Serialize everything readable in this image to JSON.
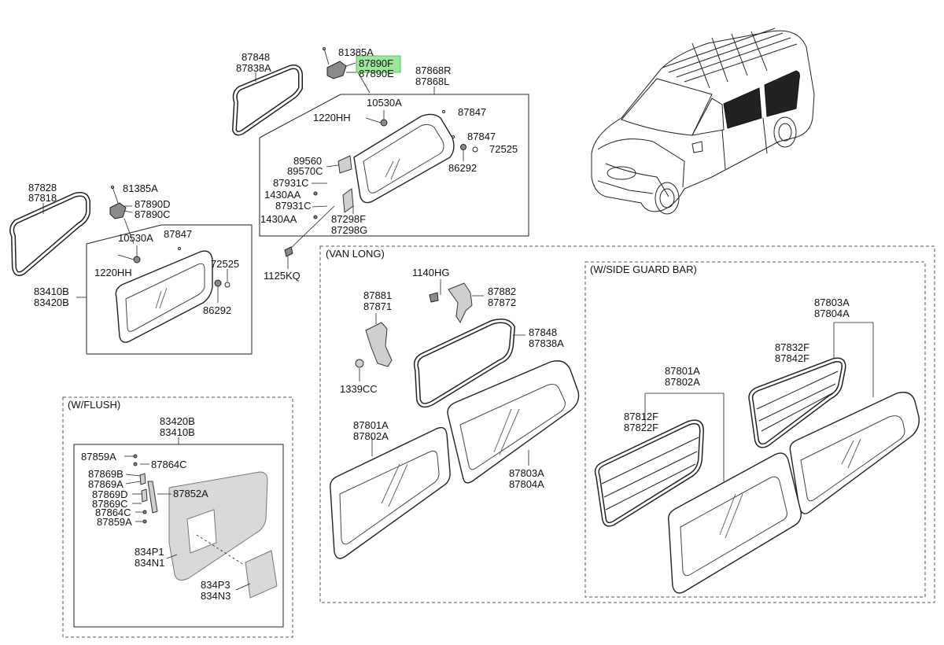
{
  "highlight": {
    "code": "87890F",
    "color": "#9be79b"
  },
  "sections": {
    "van_long": "(VAN LONG)",
    "side_guard_bar": "(W/SIDE GUARD BAR)",
    "flush": "(W/FLUSH)"
  },
  "labels": {
    "l87848_top": "87848",
    "l87838A_top": "87838A",
    "l81385A_top": "81385A",
    "l87890F": "87890F",
    "l87890E": "87890E",
    "l87868R": "87868R",
    "l87868L": "87868L",
    "l10530A_top": "10530A",
    "l87847_a": "87847",
    "l1220HH_top": "1220HH",
    "l87847_b": "87847",
    "l72525_top": "72525",
    "l86292_top": "86292",
    "l89560": "89560",
    "l89570C": "89570C",
    "l87931C_a": "87931C",
    "l1430AA_a": "1430AA",
    "l87931C_b": "87931C",
    "l1430AA_b": "1430AA",
    "l87298F": "87298F",
    "l87298G": "87298G",
    "l1125KQ": "1125KQ",
    "l87828": "87828",
    "l87818": "87818",
    "l81385A_left": "81385A",
    "l87890D": "87890D",
    "l87890C": "87890C",
    "l10530A_left": "10530A",
    "l87847_left": "87847",
    "l1220HH_left": "1220HH",
    "l72525_left": "72525",
    "l86292_left": "86292",
    "l83410B_left": "83410B",
    "l83420B_left": "83420B",
    "l1140HG": "1140HG",
    "l87881": "87881",
    "l87871": "87871",
    "l87882": "87882",
    "l87872": "87872",
    "l87848_van": "87848",
    "l87838A_van": "87838A",
    "l1339CC": "1339CC",
    "l87801A_van": "87801A",
    "l87802A_van": "87802A",
    "l87803A_van": "87803A",
    "l87804A_van": "87804A",
    "l87803A_sg": "87803A",
    "l87804A_sg": "87804A",
    "l87832F": "87832F",
    "l87842F": "87842F",
    "l87801A_sg": "87801A",
    "l87802A_sg": "87802A",
    "l87812F": "87812F",
    "l87822F": "87822F",
    "l83420B_flush": "83420B",
    "l83410B_flush": "83410B",
    "l87859A_a": "87859A",
    "l87864C_a": "87864C",
    "l87869B": "87869B",
    "l87869A": "87869A",
    "l87852A": "87852A",
    "l87869D": "87869D",
    "l87869C": "87869C",
    "l87864C_b": "87864C",
    "l87859A_b": "87859A",
    "l834P1": "834P1",
    "l834N1": "834N1",
    "l834P3": "834P3",
    "l834N3": "834N3"
  }
}
